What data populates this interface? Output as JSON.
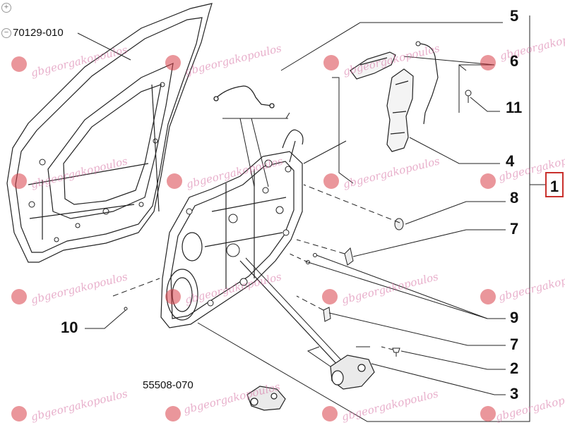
{
  "callouts": {
    "c5": "5",
    "c6": "6",
    "c11": "11",
    "c4": "4",
    "c1": "1",
    "c8": "8",
    "c7a": "7",
    "c9": "9",
    "c7b": "7",
    "c10": "10",
    "c2": "2",
    "c3": "3"
  },
  "part_numbers": {
    "door_shell": "70129-010",
    "motor": "55508-070"
  },
  "watermark": {
    "text": "gbgeorgakopoulos",
    "color": "#d66ea0",
    "logo_color": "#d84048"
  },
  "zoom": {
    "in_symbol": "+",
    "out_symbol": "−"
  },
  "colors": {
    "assembly_box_border": "#c9302c",
    "line": "#222222"
  }
}
